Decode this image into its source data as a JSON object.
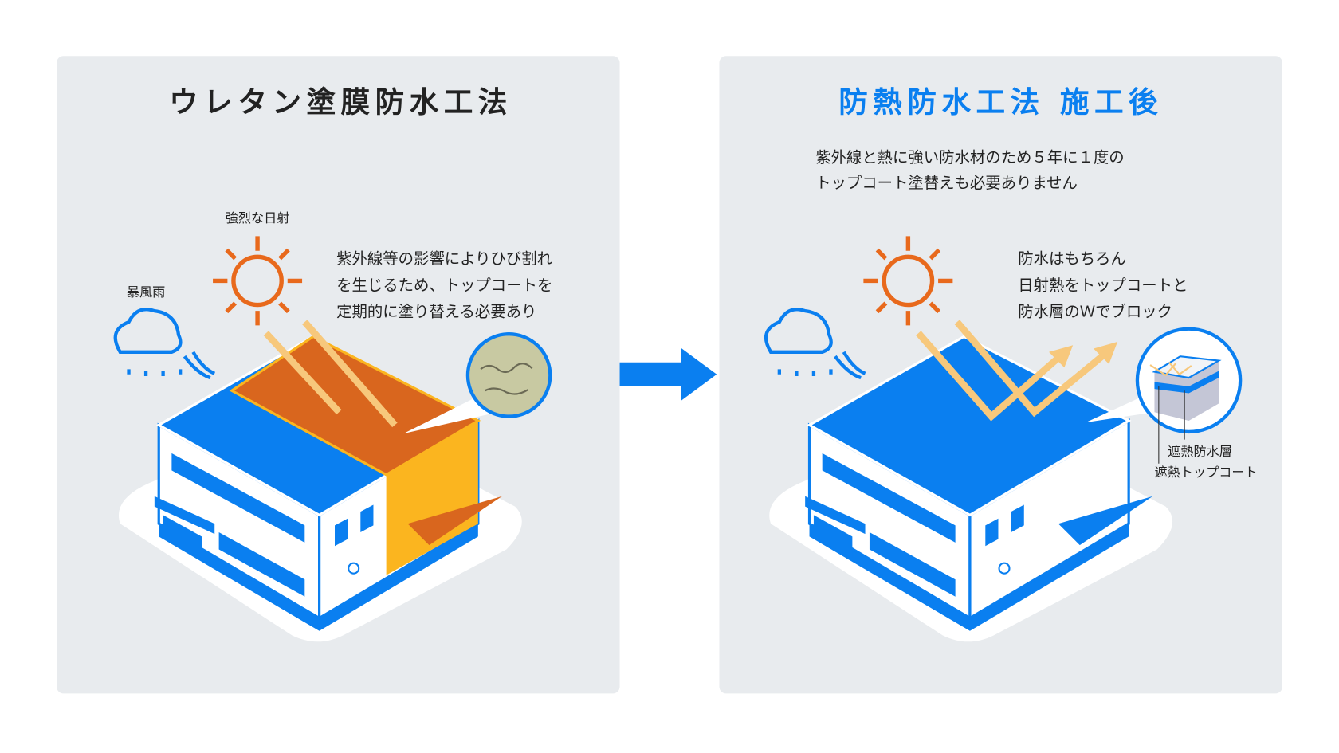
{
  "colors": {
    "blue": "#0a7ff0",
    "orange": "#e8691c",
    "panel": "#e8ebee",
    "beam": "#f7c87c",
    "yellow": "#fbb51f"
  },
  "left_panel": {
    "title": "ウレタン塗膜防水工法",
    "sun_label": "強烈な日射",
    "storm_label": "暴風雨",
    "description": [
      "紫外線等の影響によりひび割れ",
      "を生じるため、トップコートを",
      "定期的に塗り替える必要あり"
    ]
  },
  "right_panel": {
    "title": "防熱防水工法 施工後",
    "subtitle": [
      "紫外線と熱に強い防水材のため５年に１度の",
      "トップコート塗替えも必要ありません"
    ],
    "description": [
      "防水はもちろん",
      "日射熱をトップコートと",
      "防水層のＷでブロック"
    ],
    "layer_labels": [
      "遮熱防水層",
      "遮熱トップコート"
    ]
  }
}
